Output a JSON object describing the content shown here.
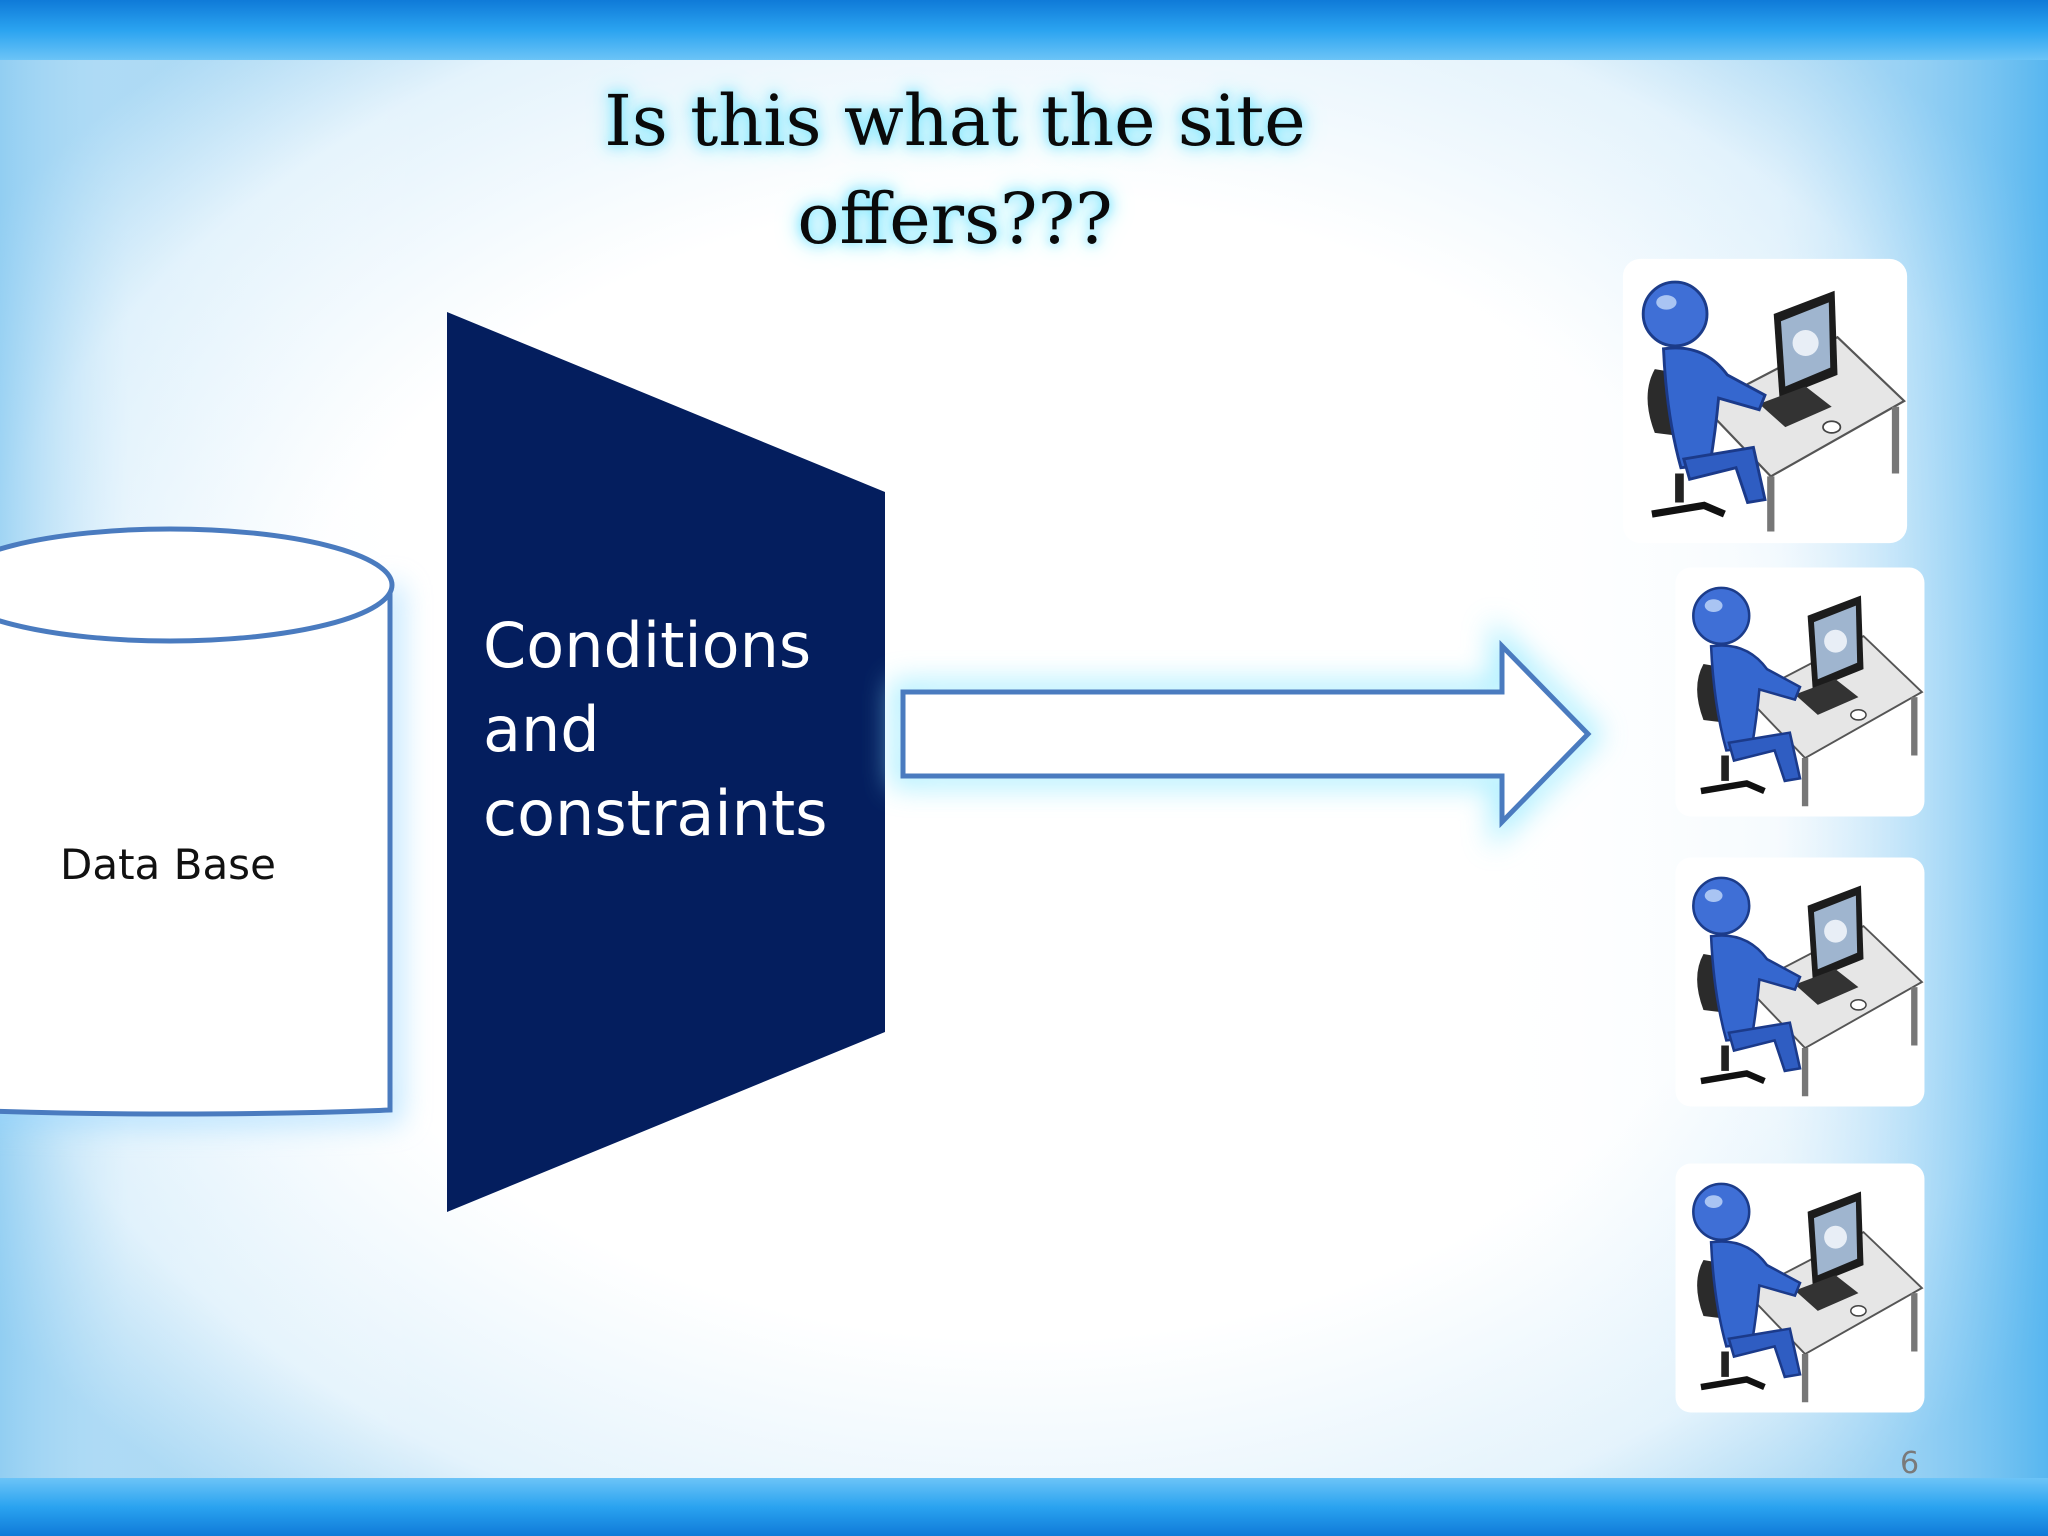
{
  "slide": {
    "title": "Is this what the site offers???",
    "page_number": "6"
  },
  "database": {
    "label": "Data Base"
  },
  "filter": {
    "label": "Conditions and constraints"
  },
  "users": {
    "count_shown": 4,
    "icon": "user-at-computer-icon"
  },
  "colors": {
    "band_blue": "#1a8fe6",
    "funnel_navy": "#041e5e",
    "outline_blue": "#4a7bbf",
    "glow_cyan": "#8fe9ff"
  }
}
